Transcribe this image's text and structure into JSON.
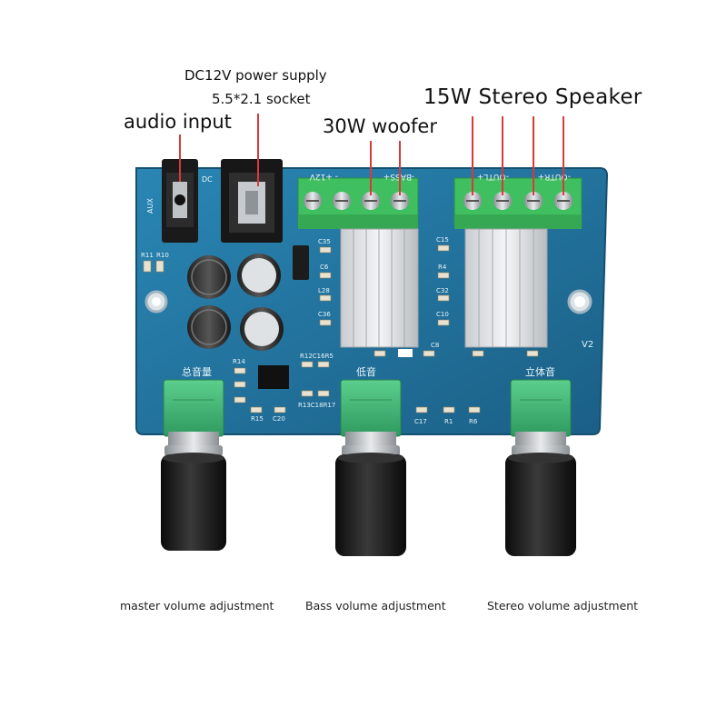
{
  "labels": {
    "power_line1": "DC12V power supply",
    "power_line2": "5.5*2.1 socket",
    "audio_input": "audio input",
    "woofer": "30W woofer",
    "stereo_speaker": "15W Stereo Speaker",
    "master": "master volume adjustment",
    "bass": "Bass volume adjustment",
    "stereo": "Stereo volume adjustment"
  },
  "silkscreen": {
    "aux": "AUX",
    "dc": "DC",
    "v_12": "- +12V",
    "bass": "-BASS+",
    "out_l": "-OUTL+",
    "out_r": "-OUTR+",
    "version": "V2",
    "cn_master": "总音量",
    "cn_bass": "低音",
    "cn_stereo": "立体音",
    "r11": "R11",
    "r10": "R10",
    "c35": "C35",
    "c6": "C6",
    "l28": "L28",
    "c36": "C36",
    "c15": "C15",
    "r4": "R4",
    "c32": "C32",
    "c10": "C10",
    "c8": "C8",
    "r14": "R14",
    "r12": "R12C16R5",
    "r15": "R15",
    "c20": "C20",
    "r13": "R13C18R17",
    "c17": "C17",
    "r1": "R1",
    "r6": "R6"
  },
  "colors": {
    "pcb": "#1f6f9a",
    "terminal": "#3fbf5f",
    "pot": "#4fbf7f",
    "knob": "#161616",
    "leader": "#d83a3a"
  }
}
